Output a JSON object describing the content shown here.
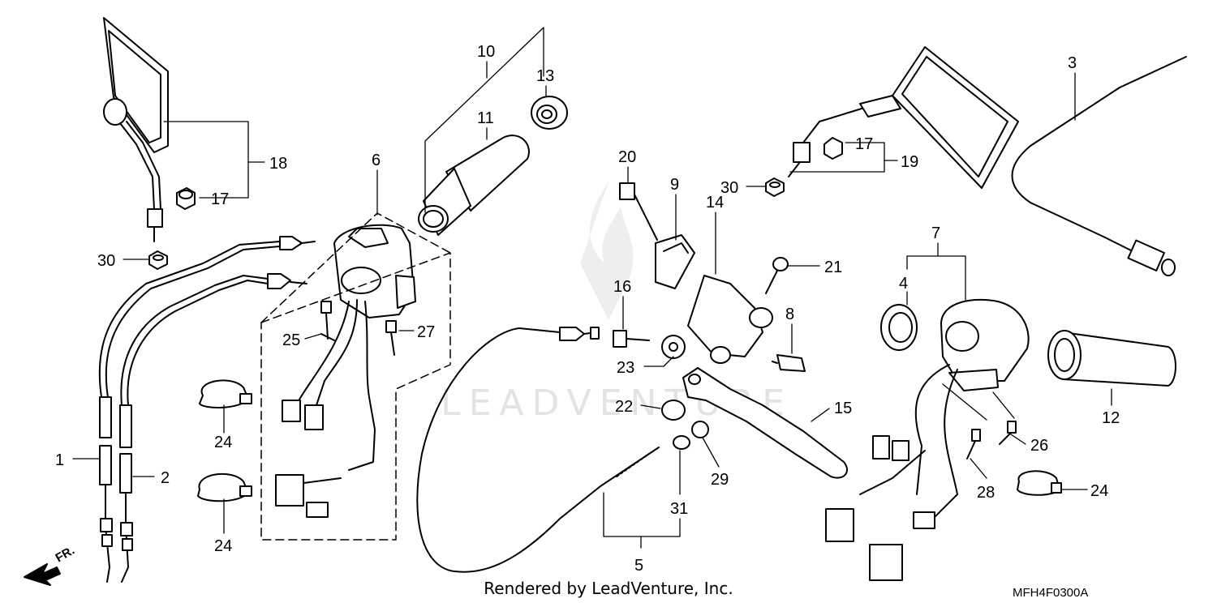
{
  "diagram": {
    "callouts": [
      "1",
      "2",
      "3",
      "4",
      "5",
      "6",
      "7",
      "8",
      "9",
      "10",
      "11",
      "12",
      "13",
      "14",
      "15",
      "16",
      "17",
      "17",
      "18",
      "19",
      "20",
      "21",
      "22",
      "23",
      "24",
      "24",
      "24",
      "25",
      "26",
      "27",
      "28",
      "29",
      "30",
      "30",
      "31"
    ],
    "fr_label": "FR.",
    "watermark": "LEADVENTURE",
    "footer": "Rendered by LeadVenture, Inc.",
    "diagram_code": "MFH4F0300A"
  }
}
